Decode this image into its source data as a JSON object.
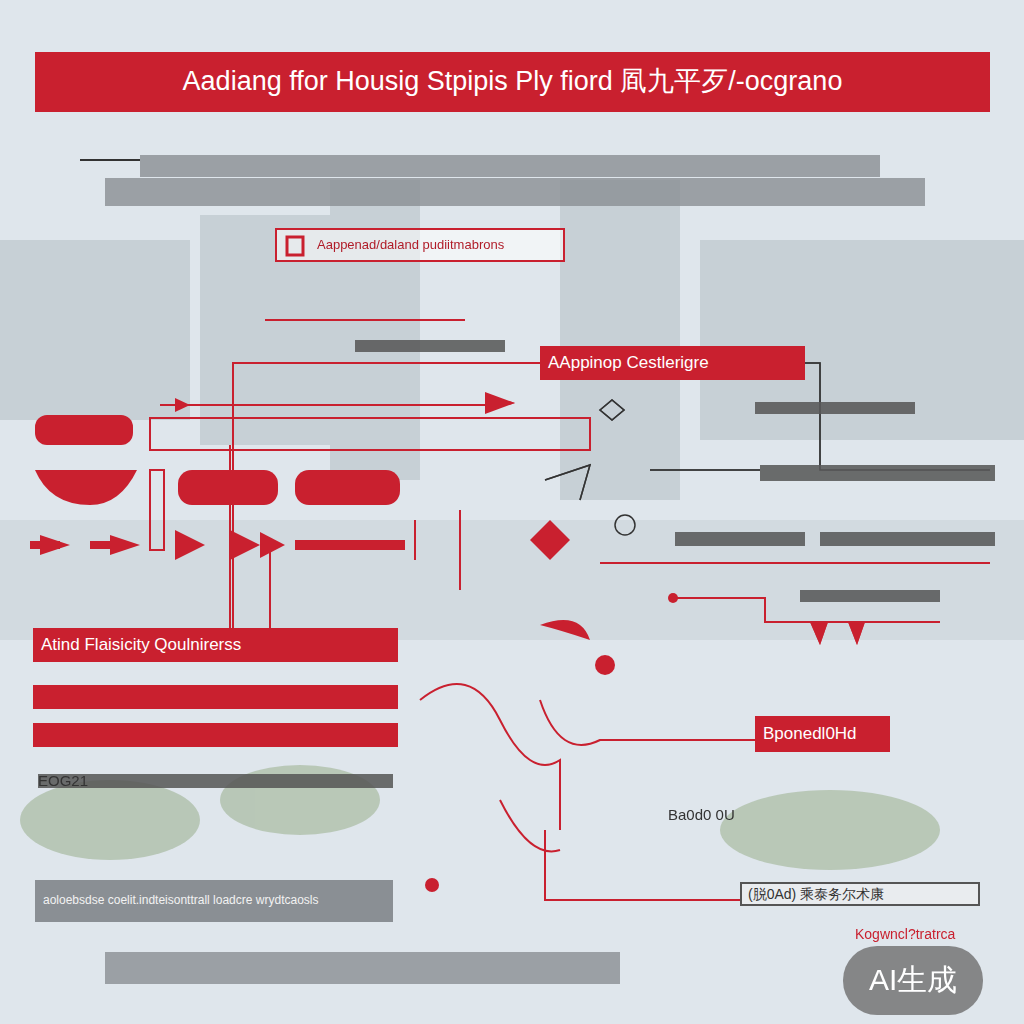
{
  "diagram": {
    "title": "Aadiang ffor Housig Stpipis Ply fiord 凮九平歹/-ocgrano",
    "nodes": [
      {
        "text": [
          "Aappenad/daland pudiitmabrons"
        ]
      },
      {
        "text": [
          "AAppinop Cestlerigre"
        ]
      },
      {
        "text": [
          "Atind Flaisicity Qoulnirerss"
        ]
      },
      {
        "text": [
          "Bponedl0Hd"
        ]
      },
      {
        "text": [
          "(脱0Ad) 乘泰务尔术康"
        ]
      },
      {
        "text": [
          "aoloebsdse coelit.indteisonttrall loadcre wrydtcaosls"
        ]
      }
    ],
    "edges": [
      {
        "from": 1,
        "to": 2,
        "arrow": "none"
      }
    ],
    "labels": [
      "EOG21",
      "Ba0d0 0U",
      "Kogwncl?tratrca",
      "AI生成"
    ]
  }
}
